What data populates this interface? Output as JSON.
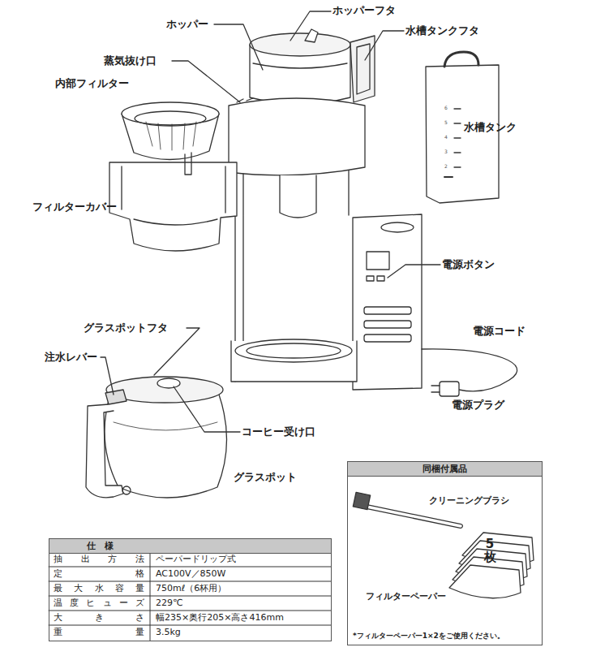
{
  "diagram": {
    "nodes": [
      {
        "text": [
          "仕　様"
        ]
      },
      {
        "text": [
          "同梱付属品",
          "クリーニングブラシ",
          "5 枚",
          "フィルターペーパー",
          "*フィルターペーパー1×2をご使用ください。"
        ]
      }
    ],
    "labels": [
      "ホッパーフタ",
      "ホッパー",
      "水槽タンクフタ",
      "蒸気抜け口",
      "内部フィルター",
      "水槽タンク",
      "フィルターカバー",
      "電源ボタン",
      "電源コード",
      "グラスポットフタ",
      "注水レバー",
      "コーヒー受け口",
      "電源プラグ",
      "グラスポット",
      "6",
      "5",
      "4",
      "3",
      "2",
      "抽出方法",
      "ペーパードリップ式",
      "定格",
      "AC100V／850W",
      "最大水容量",
      "750mℓ（6杯用）",
      "温度ヒューズ",
      "229℃",
      "大きさ",
      "幅235×奥行205×高さ416mm",
      "重量",
      "3.5kg"
    ]
  }
}
